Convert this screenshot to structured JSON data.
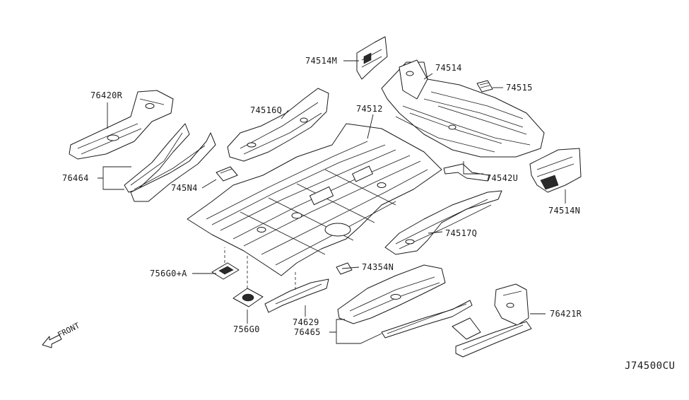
{
  "diagram": {
    "code": "J74500CU",
    "front_label": "FRONT",
    "parts": {
      "p74514M": "74514M",
      "p74514": "74514",
      "p74515": "74515",
      "p76420R": "76420R",
      "p74516Q": "74516Q",
      "p74512": "74512",
      "p74542U": "74542U",
      "p74514N": "74514N",
      "p76464": "76464",
      "p745N4": "745N4",
      "p74517Q": "74517Q",
      "p75660A": "756G0+A",
      "p74354N": "74354N",
      "p74629": "74629",
      "p75660": "756G0",
      "p76465": "76465",
      "p76421R": "76421R"
    }
  }
}
